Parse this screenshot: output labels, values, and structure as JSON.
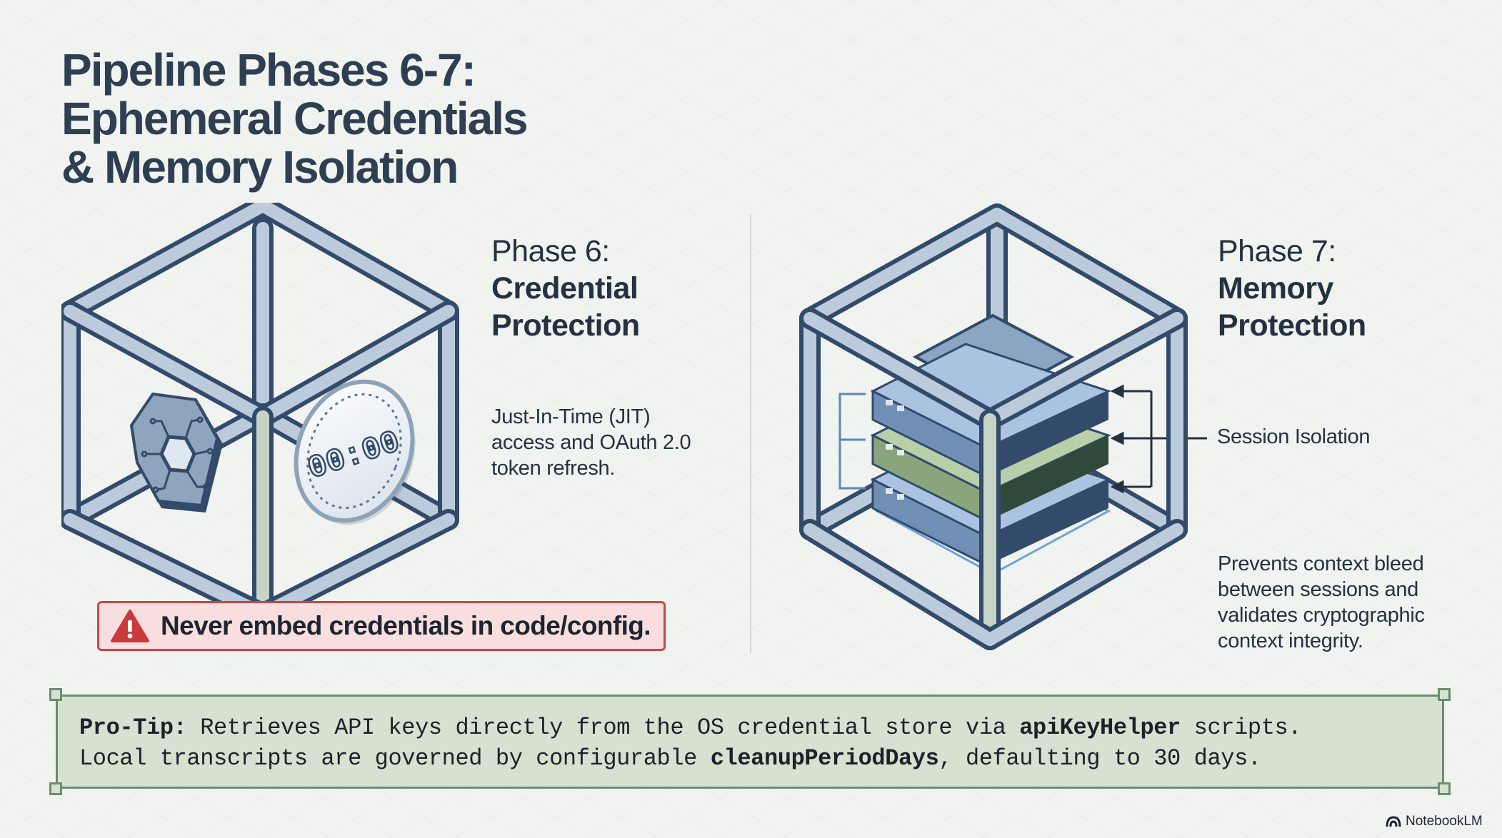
{
  "title": {
    "line1": "Pipeline Phases 6-7:",
    "line2": "Ephemeral Credentials",
    "line3": "& Memory Isolation"
  },
  "phase6": {
    "label": "Phase 6:",
    "title_line1": "Credential",
    "title_line2": "Protection",
    "desc_line1": "Just-In-Time (JIT)",
    "desc_line2": "access and OAuth 2.0",
    "desc_line3": "token refresh.",
    "timer_text": "00:00",
    "icons": [
      "chip-icon",
      "timer-icon"
    ]
  },
  "phase7": {
    "label": "Phase 7:",
    "title_line1": "Memory",
    "title_line2": "Protection",
    "callout": "Session Isolation",
    "desc_line1": "Prevents context bleed",
    "desc_line2": "between sessions and",
    "desc_line3": "validates cryptographic",
    "desc_line4": "context integrity.",
    "icons": [
      "server-stack-icon"
    ]
  },
  "warning": {
    "text": "Never embed credentials in code/config.",
    "icon": "warning-icon"
  },
  "protip": {
    "prefix": "Pro-Tip:",
    "l1_text": " Retrieves API keys directly from the OS credential store via ",
    "l1_code": "apiKeyHelper",
    "l1_end": " scripts.",
    "l2_text": "Local transcripts are governed by configurable ",
    "l2_code": "cleanupPeriodDays",
    "l2_end": ", defaulting to 30 days."
  },
  "brand": {
    "name": "NotebookLM"
  },
  "colors": {
    "frame_light": "#bccbdb",
    "frame_dark": "#324b6b",
    "warning_fill": "#f8dede",
    "warning_border": "#c94747",
    "protip_fill": "#d5e2d2",
    "protip_border": "#6d8c6f"
  }
}
